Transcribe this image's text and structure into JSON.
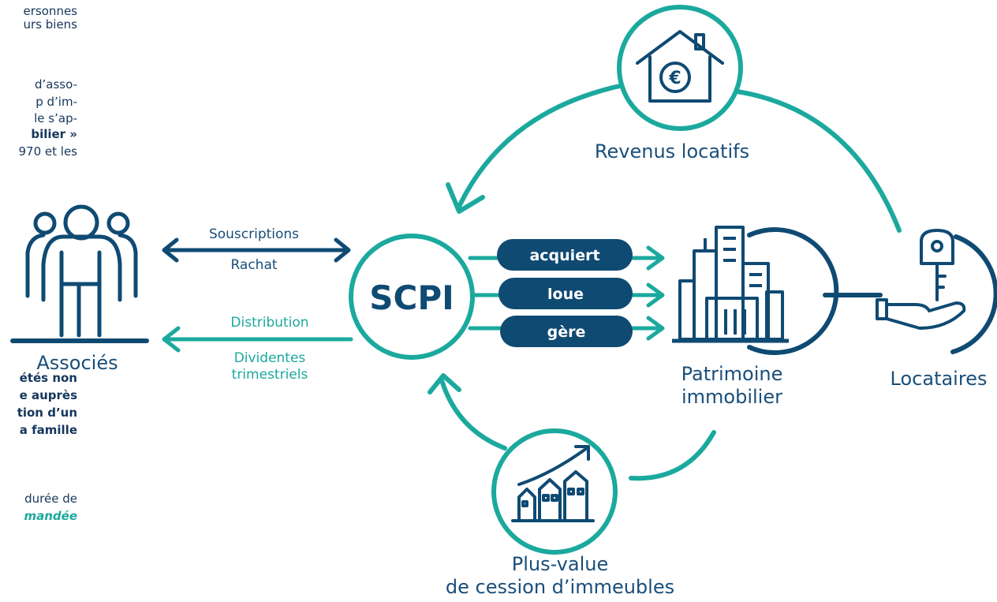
{
  "colors": {
    "navy": "#0f4a73",
    "teal": "#1ba99e",
    "text_navy": "#1a4e7a"
  },
  "left_text": {
    "para1": [
      "ersonnes",
      "urs biens"
    ],
    "para2": [
      "d’asso-",
      "p d’im-",
      "le s’ap-",
      "bilier »",
      "970 et les"
    ],
    "para3": [
      "étés non",
      "e auprès",
      "tion d’un",
      "a famille"
    ],
    "para4_line1": "durée de",
    "para4_line2": "mandée"
  },
  "nodes": {
    "scpi": "SCPI",
    "associes": "Associés",
    "patrimoine": [
      "Patrimoine",
      "immobilier"
    ],
    "locataires": "Locataires",
    "revenus": "Revenus locatifs",
    "plus_value": [
      "Plus-value",
      "de cession d’immeubles"
    ]
  },
  "arrows": {
    "souscriptions": "Souscriptions",
    "rachat": "Rachat",
    "distribution": "Distribution",
    "dividendes": [
      "Dividentes",
      "trimestriels"
    ]
  },
  "actions": [
    "acquiert",
    "loue",
    "gère"
  ],
  "icons": {
    "revenus": "house-euro-icon",
    "associes": "people-group-icon",
    "patrimoine": "city-buildings-icon",
    "locataires": "hand-key-icon",
    "plus_value": "rising-buildings-chart-icon"
  }
}
